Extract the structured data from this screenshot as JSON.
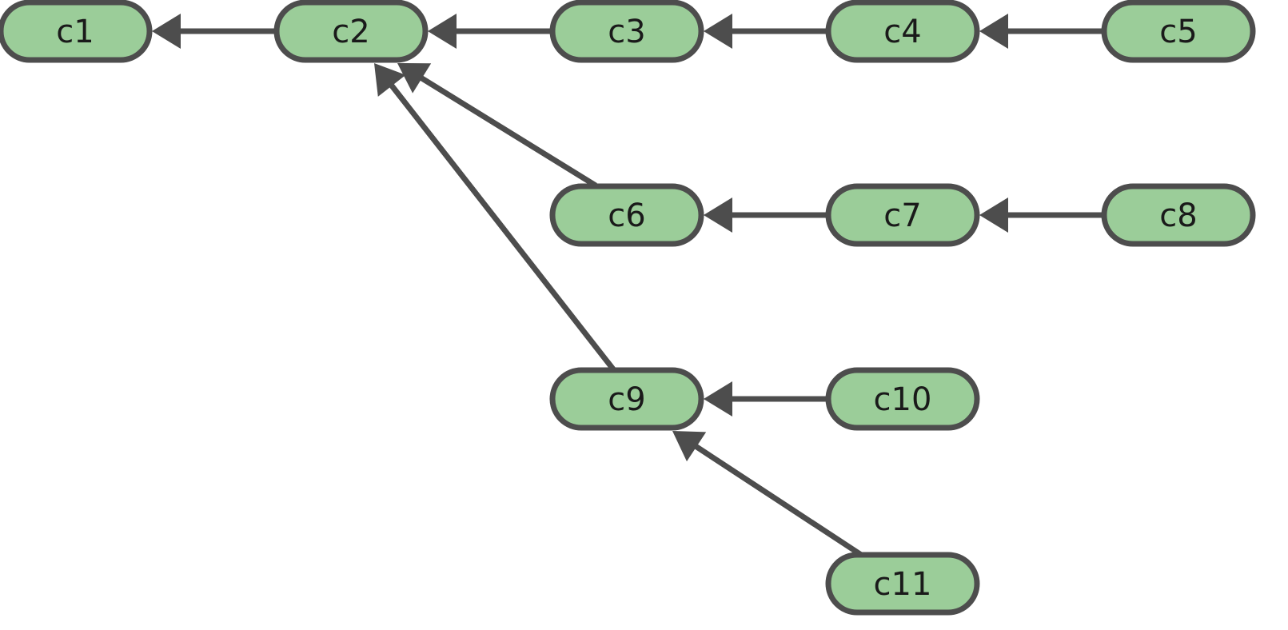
{
  "diagram": {
    "colors": {
      "node_fill": "#9bcd99",
      "node_stroke": "#4d4d4d",
      "edge": "#4d4d4d",
      "label": "#1a1a1a"
    },
    "nodes": [
      {
        "id": "c1",
        "label": "c1"
      },
      {
        "id": "c2",
        "label": "c2"
      },
      {
        "id": "c3",
        "label": "c3"
      },
      {
        "id": "c4",
        "label": "c4"
      },
      {
        "id": "c5",
        "label": "c5"
      },
      {
        "id": "c6",
        "label": "c6"
      },
      {
        "id": "c7",
        "label": "c7"
      },
      {
        "id": "c8",
        "label": "c8"
      },
      {
        "id": "c9",
        "label": "c9"
      },
      {
        "id": "c10",
        "label": "c10"
      },
      {
        "id": "c11",
        "label": "c11"
      }
    ],
    "edges": [
      {
        "from": "c2",
        "to": "c1"
      },
      {
        "from": "c3",
        "to": "c2"
      },
      {
        "from": "c4",
        "to": "c3"
      },
      {
        "from": "c5",
        "to": "c4"
      },
      {
        "from": "c6",
        "to": "c2"
      },
      {
        "from": "c7",
        "to": "c6"
      },
      {
        "from": "c8",
        "to": "c7"
      },
      {
        "from": "c9",
        "to": "c2"
      },
      {
        "from": "c10",
        "to": "c9"
      },
      {
        "from": "c11",
        "to": "c9"
      }
    ]
  }
}
